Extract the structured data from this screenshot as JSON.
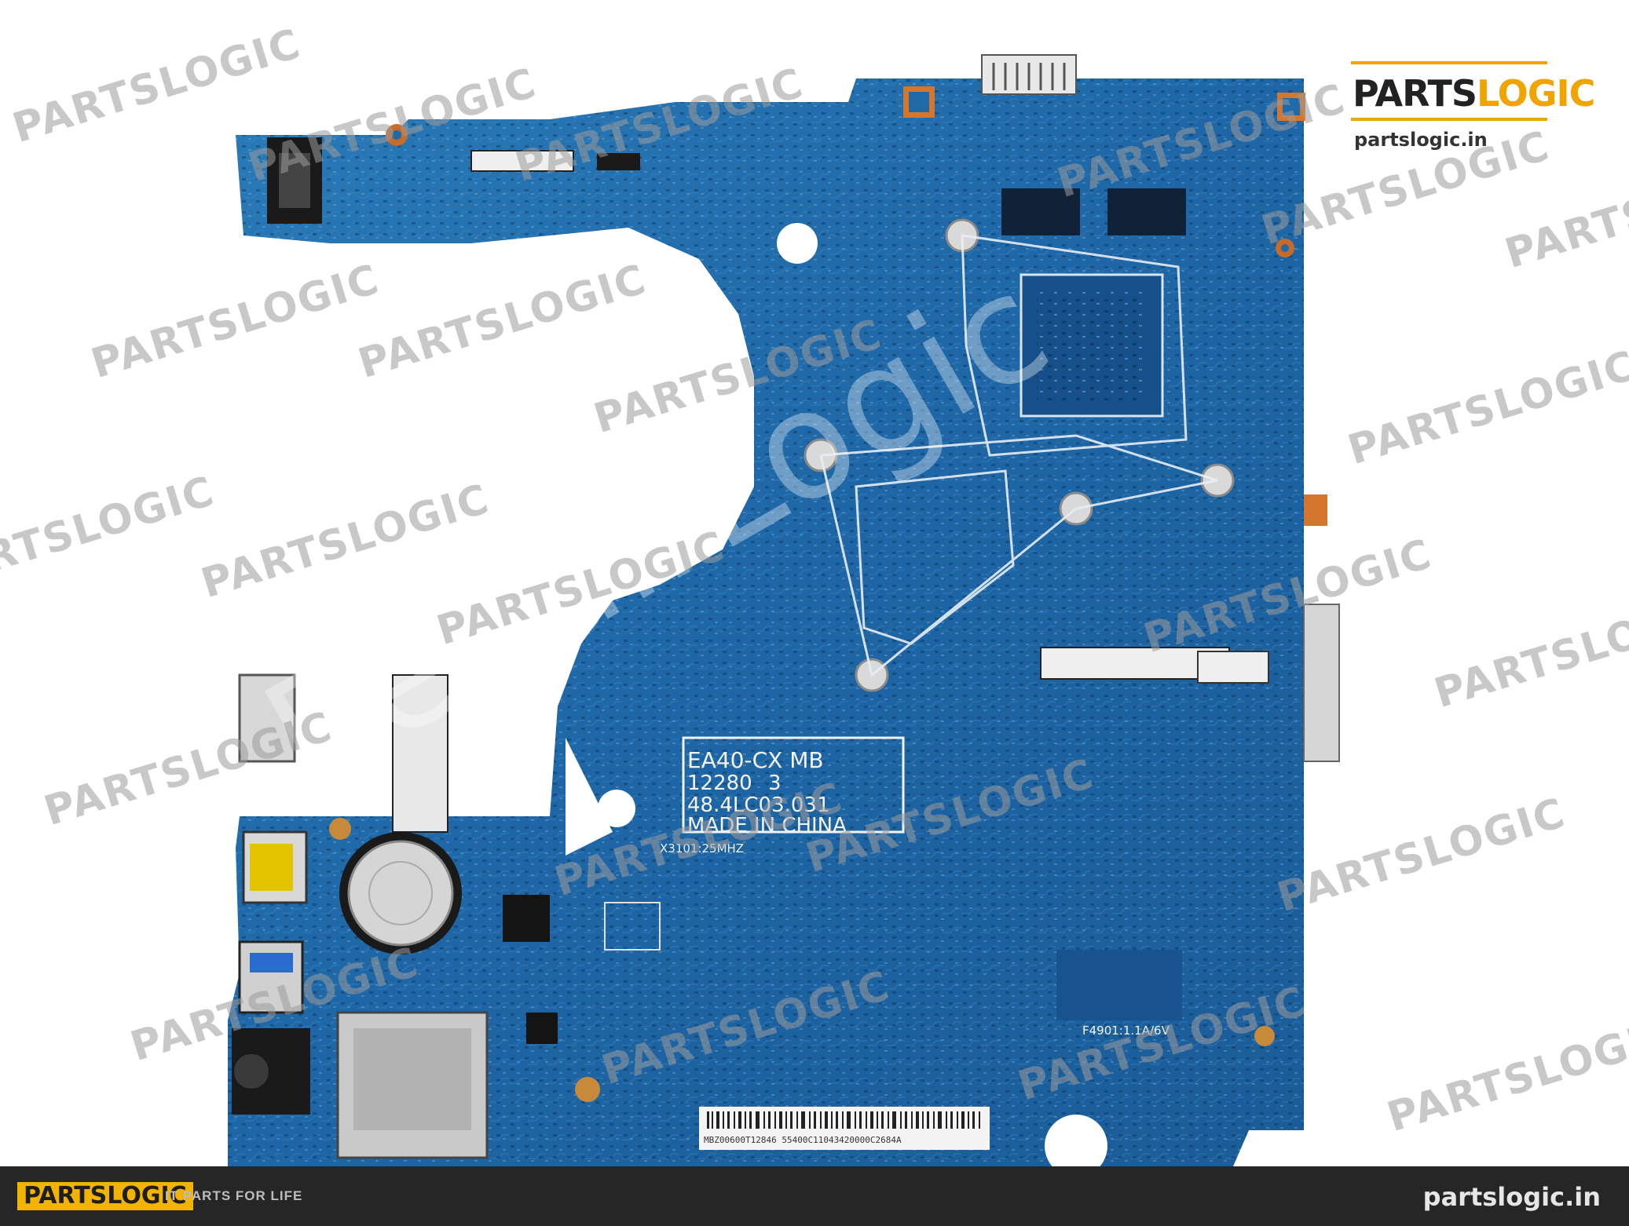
{
  "board": {
    "silk_model": "EA40-CX MB",
    "silk_rev": "12280",
    "silk_rev_suffix": "3",
    "silk_pn": "48.4LC03.031",
    "silk_origin": "MADE IN CHINA",
    "silk_crystal": "X3101:25MHZ",
    "silk_fuse": "F4901:1.1A/6V",
    "barcode_text": "MBZ00600T12846    55400C11043420000C2684A"
  },
  "watermark": {
    "brand": "PARTSLOGIC",
    "overlay": "RepairLogic"
  },
  "header_logo": {
    "part1": "PARTS",
    "part2": "LOGIC",
    "url": "partslogic.in"
  },
  "footer": {
    "logo_part1": "PARTS",
    "logo_part2": "LOGIC",
    "tagline": "IT PARTS FOR LIFE",
    "url": "partslogic.in"
  },
  "colors": {
    "pcb": "#1f6aa8",
    "pcb_dark": "#16508a",
    "accent": "#f0a400",
    "footer_bg": "#262626"
  }
}
